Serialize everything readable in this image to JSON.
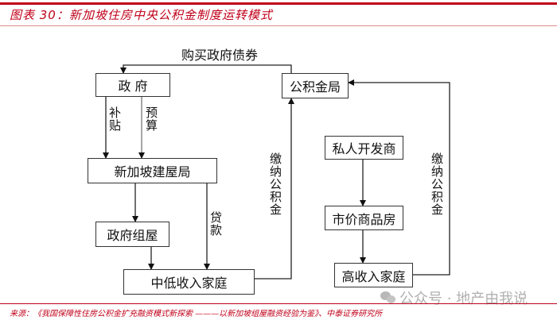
{
  "header": {
    "title": "图表 30：新加坡住房中央公积金制度运转模式"
  },
  "diagram": {
    "nodes": {
      "government": "政 府",
      "cpf_board": "公积金局",
      "hdb": "新加坡建屋局",
      "public_housing": "政府组屋",
      "low_mid_income": "中低收入家庭",
      "private_developer": "私人开发商",
      "market_housing": "市价商品房",
      "high_income": "高收入家庭"
    },
    "edges": {
      "buy_gov_bonds": "购买政府债券",
      "subsidy": "补贴",
      "budget": "预算",
      "loan": "贷款",
      "contribute_cpf_left": "缴纳公积金",
      "contribute_cpf_right": "缴纳公积金"
    }
  },
  "footer": {
    "source": "来源：《我国保障性住房公积金扩充融资模式新探索 ———以新加坡组屋融资经验为鉴》、中泰证券研究所",
    "watermark": "公众号 · 地产由我说"
  }
}
